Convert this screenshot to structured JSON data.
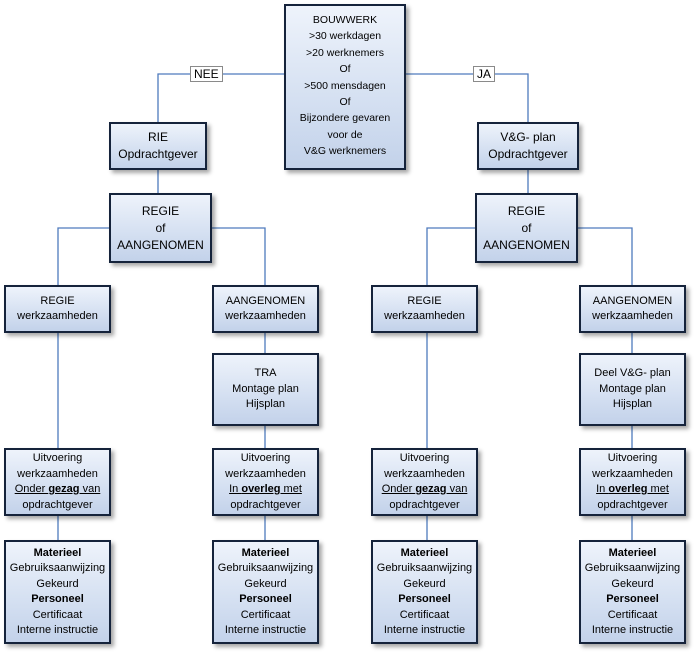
{
  "root": {
    "lines": [
      "BOUWWERK",
      ">30 werkdagen",
      ">20 werknemers",
      "Of",
      ">500 mensdagen",
      "Of",
      "Bijzondere gevaren",
      "voor de",
      "V&G werknemers"
    ]
  },
  "edge_labels": {
    "no": "NEE",
    "yes": "JA"
  },
  "left": {
    "start": {
      "line1": "RIE",
      "line2": "Opdrachtgever"
    },
    "choice": {
      "line1": "REGIE",
      "line2": "of",
      "line3": "AANGENOMEN"
    },
    "regie": {
      "head": {
        "line1": "REGIE",
        "line2": "werkzaamheden"
      },
      "exec": {
        "line1": "Uitvoering",
        "line2": "werkzaamheden",
        "line3_a": "Onder ",
        "line3_b": "gezag",
        "line3_c": " van",
        "line4": "opdrachtgever"
      },
      "items": {
        "materieel": "Materieel",
        "handleiding": "Gebruiksaanwijzing",
        "gekeurd": "Gekeurd",
        "personeel": "Personeel",
        "certificaat": "Certificaat",
        "instructie": "Interne instructie"
      }
    },
    "aangenomen": {
      "head": {
        "line1": "AANGENOMEN",
        "line2": "werkzaamheden"
      },
      "plan": {
        "line1": "TRA",
        "line2": "Montage plan",
        "line3": "Hijsplan"
      },
      "exec": {
        "line1": "Uitvoering",
        "line2": "werkzaamheden",
        "line3_a": "In ",
        "line3_b": "overleg",
        "line3_c": " met",
        "line4": "opdrachtgever"
      },
      "items": {
        "materieel": "Materieel",
        "handleiding": "Gebruiksaanwijzing",
        "gekeurd": "Gekeurd",
        "personeel": "Personeel",
        "certificaat": "Certificaat",
        "instructie": "Interne instructie"
      }
    }
  },
  "right": {
    "start": {
      "line1": "V&G- plan",
      "line2": "Opdrachtgever"
    },
    "choice": {
      "line1": "REGIE",
      "line2": "of",
      "line3": "AANGENOMEN"
    },
    "regie": {
      "head": {
        "line1": "REGIE",
        "line2": "werkzaamheden"
      },
      "exec": {
        "line1": "Uitvoering",
        "line2": "werkzaamheden",
        "line3_a": "Onder ",
        "line3_b": "gezag",
        "line3_c": " van",
        "line4": "opdrachtgever"
      },
      "items": {
        "materieel": "Materieel",
        "handleiding": "Gebruiksaanwijzing",
        "gekeurd": "Gekeurd",
        "personeel": "Personeel",
        "certificaat": "Certificaat",
        "instructie": "Interne instructie"
      }
    },
    "aangenomen": {
      "head": {
        "line1": "AANGENOMEN",
        "line2": "werkzaamheden"
      },
      "plan": {
        "line1": "Deel V&G- plan",
        "line2": "Montage plan",
        "line3": "Hijsplan"
      },
      "exec": {
        "line1": "Uitvoering",
        "line2": "werkzaamheden",
        "line3_a": "In ",
        "line3_b": "overleg",
        "line3_c": " met",
        "line4": "opdrachtgever"
      },
      "items": {
        "materieel": "Materieel",
        "handleiding": "Gebruiksaanwijzing",
        "gekeurd": "Gekeurd",
        "personeel": "Personeel",
        "certificaat": "Certificaat",
        "instructie": "Interne instructie"
      }
    }
  }
}
